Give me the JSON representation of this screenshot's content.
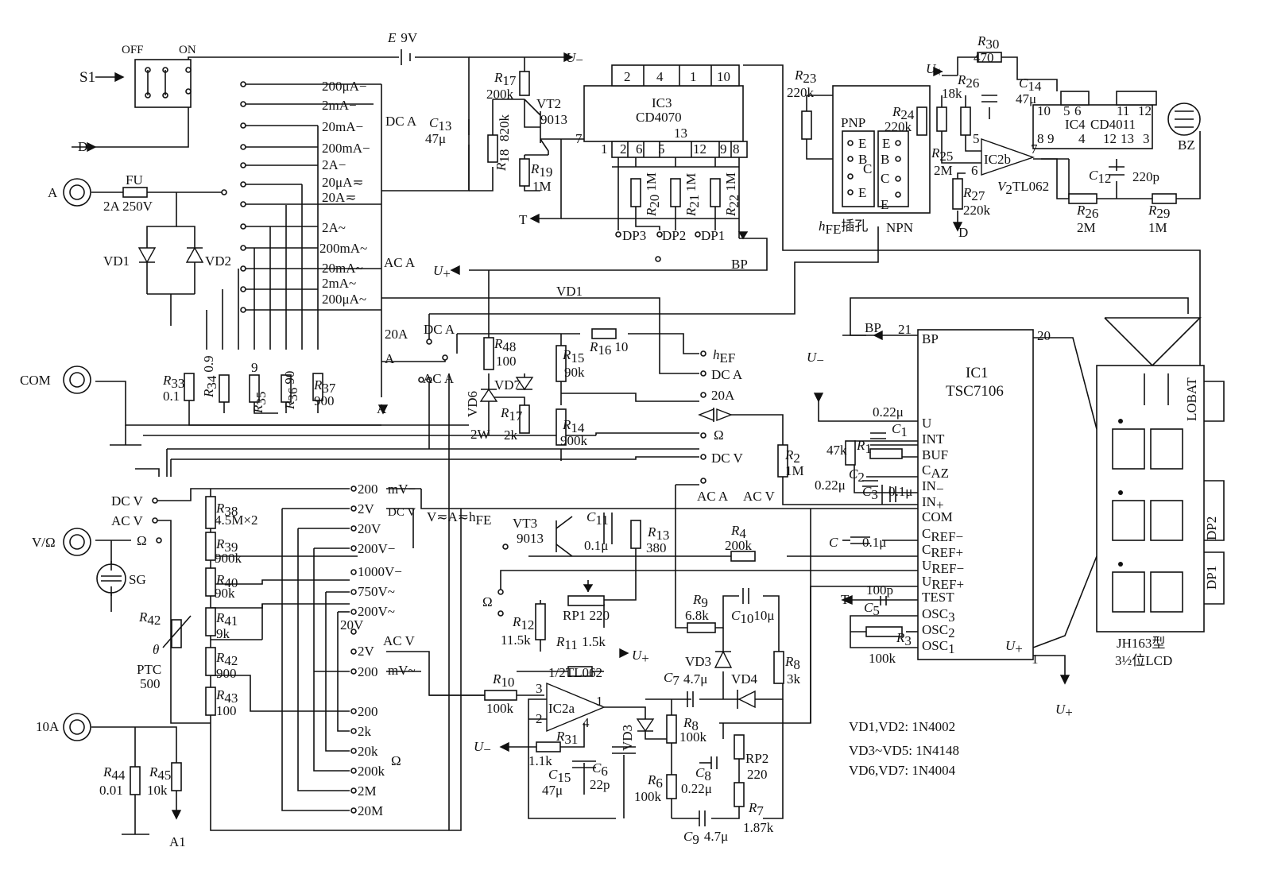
{
  "labels": {
    "S1": "S1",
    "OFF": "OFF",
    "ON": "ON",
    "D": "D",
    "A": "A",
    "FU": "FU",
    "fuse_rating": "2A  250V",
    "VD1": "VD1",
    "VD2": "VD2",
    "COM": "COM",
    "VOhm": "V/Ω",
    "A10": "10A",
    "SG": "SG",
    "A1": "A1",
    "DCV_in": "DC V",
    "ACV_in": "AC V",
    "Ohm_in": "Ω",
    "R42": "R",
    "R42s": "42",
    "theta": "θ",
    "PTC": "PTC",
    "PTC500": "500",
    "R44": "R",
    "R44s": "44",
    "R44v": "0.01",
    "R45": "R",
    "R45s": "45",
    "R45v": "10k",
    "R33": "R",
    "R33s": "33",
    "R33v": "0.1",
    "R34": "R",
    "R34s": "34",
    "R34v": "0.9",
    "R35": "R",
    "R35s": "35",
    "R35v": "9",
    "R36": "R",
    "R36s": "36",
    "R36v": "90",
    "R37": "R",
    "R37s": "37",
    "R37v": "900",
    "r_200uA": "200μA−",
    "r_2mA": "2mA−",
    "r_20mA": "20mA−",
    "r_200mA": "200mA−",
    "r_2A": "2A−",
    "r_20uAac": "20μA≂",
    "r_20Aac": "20A≂",
    "r_2Aa": "2A~",
    "r_200mAa": "200mA~",
    "r_20mAa": "20mA~",
    "r_2mAa": "2mA~",
    "r_200uAa": "200μA~",
    "DCA": "DC A",
    "ACA": "AC A",
    "A20": "20A",
    "A_sw": "A",
    "A_out": "A",
    "E9V": "E",
    "E9Vv": "9V",
    "U_minus": "U",
    "C13": "C",
    "C13s": "13",
    "C13v": "47μ",
    "R17": "R",
    "R17s": "17",
    "R17v": "200k",
    "R18": "R",
    "R18s": "18",
    "R18v": "820k",
    "R19": "R",
    "R19s": "19",
    "R19v": "1M",
    "VT2": "VT2",
    "VT2t": "9013",
    "T": "T",
    "U_plus": "U",
    "IC3": "IC3",
    "CD4070": "CD4070",
    "p2": "2",
    "p4": "4",
    "p1": "1",
    "p10": "10",
    "p13": "13",
    "p7": "7",
    "b1": "1",
    "b2": "2",
    "b6": "6",
    "b5": "5",
    "b12": "12",
    "b9": "9",
    "b8": "8",
    "R20": "R",
    "R20s": "20",
    "R20v": "1M",
    "R21": "R",
    "R21s": "21",
    "R21v": "1M",
    "R22": "R",
    "R22s": "22",
    "R22v": "1M",
    "DP3": "DP3",
    "DP2": "DP2",
    "DP1": "DP1",
    "BP": "BP",
    "R23": "R",
    "R23s": "23",
    "R23v": "220k",
    "R24": "R",
    "R24s": "24",
    "R24v": "220k",
    "R26a": "R",
    "R26as": "26",
    "R26av": "18k",
    "R25": "R",
    "R25s": "25",
    "R25v": "2M",
    "R27": "R",
    "R27s": "27",
    "R27v": "220k",
    "R30": "R",
    "R30s": "30",
    "R30v": "470",
    "C14": "C",
    "C14s": "14",
    "C14v": "47μ",
    "PNP": "PNP",
    "NPN": "NPN",
    "hFE": "h",
    "hFEs": "FE",
    "hFEz": "插孔",
    "sE1": "E",
    "sB1": "B",
    "sC1": "C",
    "sE2": "E",
    "sE3": "E",
    "sB2": "B",
    "sC2": "C",
    "sE4": "E",
    "IC2b": "IC2b",
    "V2TL": "V",
    "V2TLs": "2",
    "V2TLt": "TL062",
    "p5": "5",
    "p6": "6",
    "p7b": "7",
    "IC4": "IC4",
    "CD4011": "CD4011",
    "c10": "10",
    "c5": "5",
    "c6": "6",
    "c11": "11",
    "c12": "12",
    "c8": "8",
    "c9": "9",
    "c4": "4",
    "c12b": "12",
    "c13": "13",
    "c3": "3",
    "BZ": "BZ",
    "C12": "C",
    "C12s": "12",
    "C12v": "220p",
    "R26b": "R",
    "R26bs": "26",
    "R26bv": "2M",
    "R29": "R",
    "R29s": "29",
    "R29v": "1M",
    "VD1b": "VD1",
    "DCA2": "DC A",
    "ACA2": "AC A",
    "hEF": "h",
    "hEFs": "EF",
    "DCAt": "DC A",
    "A20t": "20A",
    "Ohm_t": "Ω",
    "DCVt": "DC V",
    "R48": "R",
    "R48s": "48",
    "R48v": "100",
    "VD6": "VD6",
    "VD7": "VD7",
    "W2": "2W",
    "R17b": "R",
    "R17bs": "17",
    "R17bv": "2k",
    "R15": "R",
    "R15s": "15",
    "R15v": "90k",
    "R16": "R",
    "R16s": "16",
    "R16v": "10",
    "R14": "R",
    "R14s": "14",
    "R14v": "900k",
    "R2": "R",
    "R2s": "2",
    "R2v": "1M",
    "ACAt": "AC A",
    "ACVt": "AC V",
    "IC1": "IC1",
    "TSC7106": "TSC7106",
    "BPp": "BP",
    "n21": "21",
    "n20": "20",
    "n1": "1",
    "pU": "U",
    "pINT": "INT",
    "pBUF": "BUF",
    "pCAZ": "C",
    "pCAZs": "AZ",
    "pINm": "IN",
    "pINp": "IN",
    "pCOM": "COM",
    "pCRm": "C",
    "pCRms": "REF−",
    "pCRp": "C",
    "pCRps": "REF+",
    "pURm": "U",
    "pURms": "REF−",
    "pURp": "U",
    "pURps": "REF+",
    "pTEST": "TEST",
    "pOSC3": "OSC",
    "pOSC3s": "3",
    "pOSC2": "OSC",
    "pOSC2s": "2",
    "pOSC1": "OSC",
    "pOSC1s": "1",
    "pUp": "U",
    "C022": "0.22μ",
    "R1": "R",
    "R1s": "1",
    "R1v": "47k",
    "C1": "C",
    "C1s": "1",
    "C2": "C",
    "C2s": "2",
    "C3": "C",
    "C3s": "3",
    "C3v": "0.1μ",
    "C2v": "0.22μ",
    "Cref": "C",
    "Crefv": "0.1μ",
    "C100p": "100p",
    "C5": "C",
    "C5s": "5",
    "R3": "R",
    "R3s": "3",
    "R3v": "100k",
    "U_minus2": "U",
    "LOBAT": "LOBAT",
    "DP2l": "DP2",
    "DP1l": "DP1",
    "JH163": "JH163型",
    "LCD": "3½位LCD",
    "R38": "R",
    "R38s": "38",
    "R38v": "4.5M×2",
    "R39": "R",
    "R39s": "39",
    "R39v": "900k",
    "R40": "R",
    "R40s": "40",
    "R40v": "90k",
    "R41": "R",
    "R41s": "41",
    "R41v": "9k",
    "R42b": "R",
    "R42bs": "42",
    "R42bv": "900",
    "R43": "R",
    "R43s": "43",
    "R43v": "100",
    "v200": "200",
    "v2V": "2V",
    "v20V": "20V",
    "v200V": "200V−",
    "v1000V": "1000V−",
    "v750V": "750V~",
    "v200Va": "200V~",
    "v20Va": "20V",
    "v2Va": "2V",
    "v200m": "200",
    "o200": "200",
    "o2k": "2k",
    "o20k": "20k",
    "o200k": "200k",
    "o2M": "2M",
    "o20M": "20M",
    "mV1": "mV−",
    "DCVsw": "DC V",
    "ACVsw": "AC V",
    "mV2": "mV~",
    "Ohm_sw": "Ω",
    "VA": "V≂A≂h",
    "VAs": "FE",
    "VT3": "VT3",
    "VT3t": "9013",
    "C11": "C",
    "C11s": "11",
    "C11v": "0.1μ",
    "R13": "R",
    "R13s": "13",
    "R13v": "380",
    "R4": "R",
    "R4s": "4",
    "R4v": "200k",
    "R12": "R",
    "R12s": "12",
    "R12v": "11.5k",
    "RP1": "RP1 220",
    "Ohm2": "Ω",
    "R11": "R",
    "R11s": "11",
    "R11v": "1.5k",
    "U_plus2": "U",
    "TL062": "1/2TL062",
    "R10": "R",
    "R10s": "10",
    "R10v": "100k",
    "IC2a": "IC2a",
    "n3": "3",
    "n2": "2",
    "n4": "4",
    "n1b": "1",
    "R31": "R",
    "R31s": "31",
    "R31v": "1.1k",
    "U_minus3": "U",
    "C15": "C",
    "C15s": "15",
    "C15v": "47μ",
    "C6": "C",
    "C6s": "6",
    "C6v": "22p",
    "VD3": "VD3",
    "R9": "R",
    "R9s": "9",
    "R9v": "6.8k",
    "C10": "C",
    "C10s": "10",
    "C10v": "10μ",
    "VD3b": "VD3",
    "VD4": "VD4",
    "R8a": "R",
    "R8as": "8",
    "R8av": "3k",
    "C7": "C",
    "C7s": "7",
    "C7v": "4.7μ",
    "R8": "R",
    "R8s": "8",
    "R8v": "100k",
    "C8": "C",
    "C8s": "8",
    "C8v": "0.22μ",
    "RP2": "RP2",
    "RP2v": "220",
    "R6": "R",
    "R6s": "6",
    "R6v": "100k",
    "R7": "R",
    "R7s": "7",
    "R7v": "1.87k",
    "C9": "C",
    "C9s": "9",
    "C9v": "4.7μ",
    "U_plus3": "U",
    "T2": "T",
    "note1": "VD1,VD2:  1N4002",
    "note2": "VD3~VD5:  1N4148",
    "note3": "VD6,VD7:  1N4004"
  }
}
